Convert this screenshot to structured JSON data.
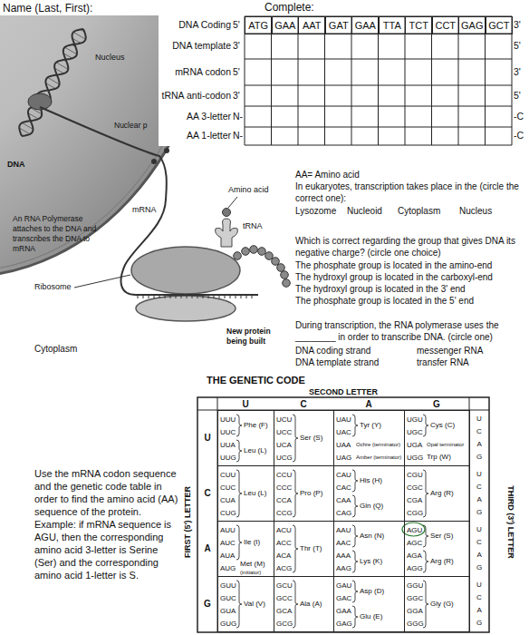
{
  "diagram": {
    "nodes": [
      {
        "text": [
          "ATG"
        ]
      },
      {
        "text": [
          "GAA"
        ]
      },
      {
        "text": [
          "AAT"
        ]
      },
      {
        "text": [
          "GAT"
        ]
      },
      {
        "text": [
          "GAA"
        ]
      },
      {
        "text": [
          "TTA"
        ]
      },
      {
        "text": [
          "TCT"
        ]
      },
      {
        "text": [
          "CCT"
        ]
      },
      {
        "text": [
          "GAG"
        ]
      },
      {
        "text": [
          "GCT"
        ]
      },
      {
        "text": [
          "UUU",
          "UUC",
          "Phe (F)",
          "UUA",
          "UUG",
          "Leu (L)"
        ]
      },
      {
        "text": [
          "UCU",
          "UCC",
          "UCA",
          "UCG",
          "Ser (S)"
        ]
      },
      {
        "text": [
          "UAU",
          "UAC",
          "Tyr (Y)",
          "UAA",
          "Ochre (terminator)",
          "UAG",
          "Amber (terminator)"
        ]
      },
      {
        "text": [
          "UGU",
          "UGC",
          "Cys (C)",
          "UGA",
          "Opal terminator",
          "UGG",
          "Trp (W)"
        ]
      },
      {
        "text": [
          "CUU",
          "CUC",
          "CUA",
          "CUG",
          "Leu (L)"
        ]
      },
      {
        "text": [
          "CCU",
          "CCC",
          "CCA",
          "CCG",
          "Pro (P)"
        ]
      },
      {
        "text": [
          "CAU",
          "CAC",
          "His (H)",
          "CAA",
          "CAG",
          "Gln (Q)"
        ]
      },
      {
        "text": [
          "CGU",
          "CGC",
          "CGA",
          "CGG",
          "Arg (R)"
        ]
      },
      {
        "text": [
          "AUU",
          "AUC",
          "AUA",
          "Ile (I)",
          "AUG",
          "Met (M)",
          "(initiator)"
        ]
      },
      {
        "text": [
          "ACU",
          "ACC",
          "ACA",
          "ACG",
          "Thr (T)"
        ]
      },
      {
        "text": [
          "AAU",
          "AAC",
          "Asn (N)",
          "AAA",
          "AAG",
          "Lys (K)"
        ]
      },
      {
        "text": [
          "AGU",
          "AGC",
          "Ser (S)",
          "AGA",
          "AGG",
          "Arg (R)"
        ]
      },
      {
        "text": [
          "GUU",
          "GUC",
          "GUA",
          "GUG",
          "Val (V)"
        ]
      },
      {
        "text": [
          "GCU",
          "GCC",
          "GCA",
          "GCG",
          "Ala (A)"
        ]
      },
      {
        "text": [
          "GAU",
          "GAC",
          "Asp (D)",
          "GAA",
          "GAG",
          "Glu (E)"
        ]
      },
      {
        "text": [
          "GGU",
          "GGC",
          "GGA",
          "GGG",
          "Gly (G)"
        ]
      }
    ],
    "labels": [
      "Name (Last, First):",
      "Complete:",
      "DNA Coding",
      "5'",
      "3'",
      "DNA template",
      "3'",
      "5'",
      "mRNA codon",
      "5'",
      "3'",
      "tRNA anti-codon",
      "3'",
      "5'",
      "AA 3-letter",
      "N-",
      "-C",
      "AA 1-letter",
      "N-",
      "-C",
      "Nucleus",
      "DNA",
      "Nuclear p",
      "mRNA",
      "tRNA",
      "Amino acid",
      "An RNA Polymerase attaches to the DNA and transcribes the DNA to mRNA",
      "Ribosome",
      "Cytoplasm",
      "New protein being built",
      "AA= Amino acid",
      "In eukaryotes, transcription takes place in the (circle the correct one):",
      "Lysozome",
      "Nucleoid",
      "Cytoplasm",
      "Nucleus",
      "Which is correct regarding the group that gives DNA its negative charge? (circle one choice)",
      "The phosphate group is located in the amino-end",
      "The hydroxyl group is located in the carboxyl-end",
      "The hydroxyl group is located in the 3' end",
      "The phosphate group is located in the 5' end",
      "During transcription, the RNA polymerase uses the ________ in order to transcribe DNA. (circle one)",
      "DNA coding strand",
      "messenger RNA",
      "DNA template strand",
      "transfer RNA",
      "Use the mRNA codon sequence and the genetic code table in order to find the amino acid (AA) sequence of the protein. Example: if mRNA sequence is AGU, then the corresponding amino acid 3-letter is Serine (Ser) and the corresponding amino acid 1-letter is S.",
      "THE GENETIC CODE",
      "SECOND LETTER",
      "U",
      "C",
      "A",
      "G",
      "FIRST (5') LETTER",
      "U",
      "C",
      "A",
      "G",
      "THIRD (3') LETTER",
      "U",
      "C",
      "A",
      "G",
      "U",
      "C",
      "A",
      "G",
      "U",
      "C",
      "A",
      "G",
      "U",
      "C",
      "A",
      "G"
    ]
  }
}
